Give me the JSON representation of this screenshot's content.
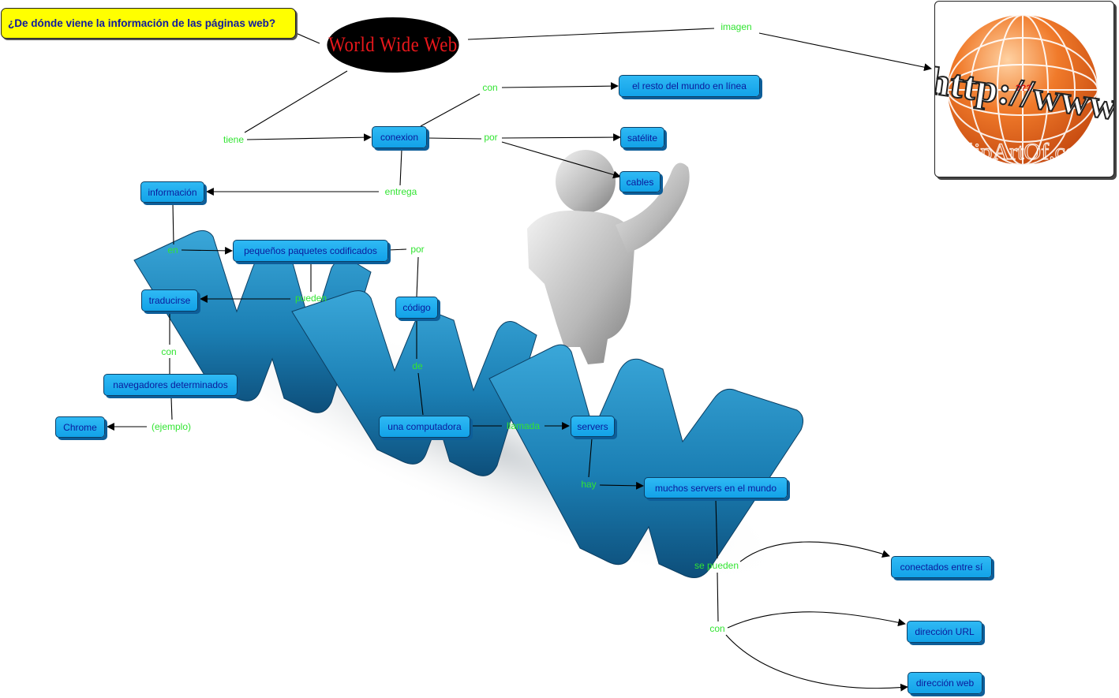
{
  "question": "¿De dónde viene la información de las páginas web?",
  "title": "World Wide Web",
  "nodes": {
    "resto_mundo": "el resto del mundo en línea",
    "conexion": "conexion",
    "satelite": "satélite",
    "cables": "cables",
    "informacion": "información",
    "paquetes": "pequeños paquetes codificados",
    "traducirse": "traducirse",
    "codigo": "código",
    "navegadores": "navegadores determinados",
    "chrome": "Chrome",
    "computadora": "una computadora",
    "servers": "servers",
    "muchos_servers": "muchos servers en el mundo",
    "conectados": "conectados entre sí",
    "direccion_url": "dirección URL",
    "direccion_web": "dirección web"
  },
  "labels": {
    "imagen": "imagen",
    "tiene": "tiene",
    "con_1": "con",
    "por_1": "por",
    "entrega": "entrega",
    "en": "en",
    "por_2": "por",
    "pueden": "pueden",
    "con_2": "con",
    "de": "de",
    "ejemplo": "(ejemplo)",
    "llamada": "llamada",
    "hay": "hay",
    "se_pueden": "se pueden",
    "con_3": "con"
  },
  "image": {
    "url_text": "http://www",
    "watermark": "ClipArtOf.com",
    "marks": "???"
  },
  "colors": {
    "node_fill": "#1aa9ee",
    "node_text": "#0a1a9c",
    "label_text": "#32e432",
    "question_fill": "#ffff00",
    "title_text": "#e8171b",
    "globe": "#f07a2a",
    "www_blue": "#1b7fb4"
  },
  "background_illustration": "3d-www-letters-with-person-icon"
}
